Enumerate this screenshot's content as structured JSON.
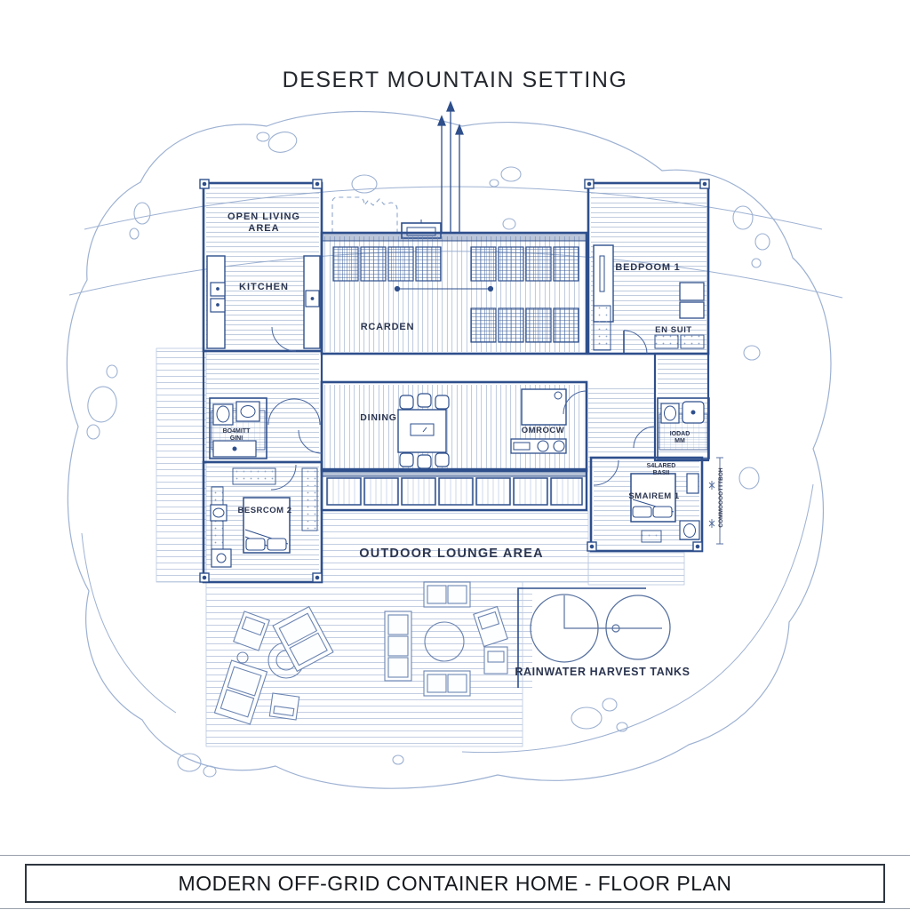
{
  "titles": {
    "site": "DESERT MOUNTAIN SETTING",
    "sheet": "MODERN OFF-GRID CONTAINER HOME - FLOOR PLAN"
  },
  "colors": {
    "wall_ink": "#2e4f8c",
    "light_line": "#9db1d2",
    "deck_line": "#b9c8e0",
    "label_text": "#2b3550",
    "title_text": "#24282e"
  },
  "rooms": {
    "open_living_1": "OPEN LIVING",
    "open_living_2": "AREA",
    "kitchen": "KITCHEN",
    "bedroom1": "BEDPOOM 1",
    "ensuite": "EN SUIT",
    "garden": "RCARDEN",
    "dining": "DINING",
    "utility_room": "OMROCW",
    "bath_left_1": "BO4MITT",
    "bath_left_2": "GINI",
    "bath_right_1": "IODAD",
    "bath_right_2": "MM",
    "shared_basin_1": "S4LARED",
    "shared_basin_2": "BASII",
    "bedroom3": "SMAIREM 1",
    "bedroom2": "BESRCOM 2",
    "outdoor_lounge": "OUTDOOR LOUNGE AREA",
    "rain_tanks": "RAINWATER HARVEST TANKS",
    "side_note_vertical": "COMMOOOOTTTBOH"
  }
}
